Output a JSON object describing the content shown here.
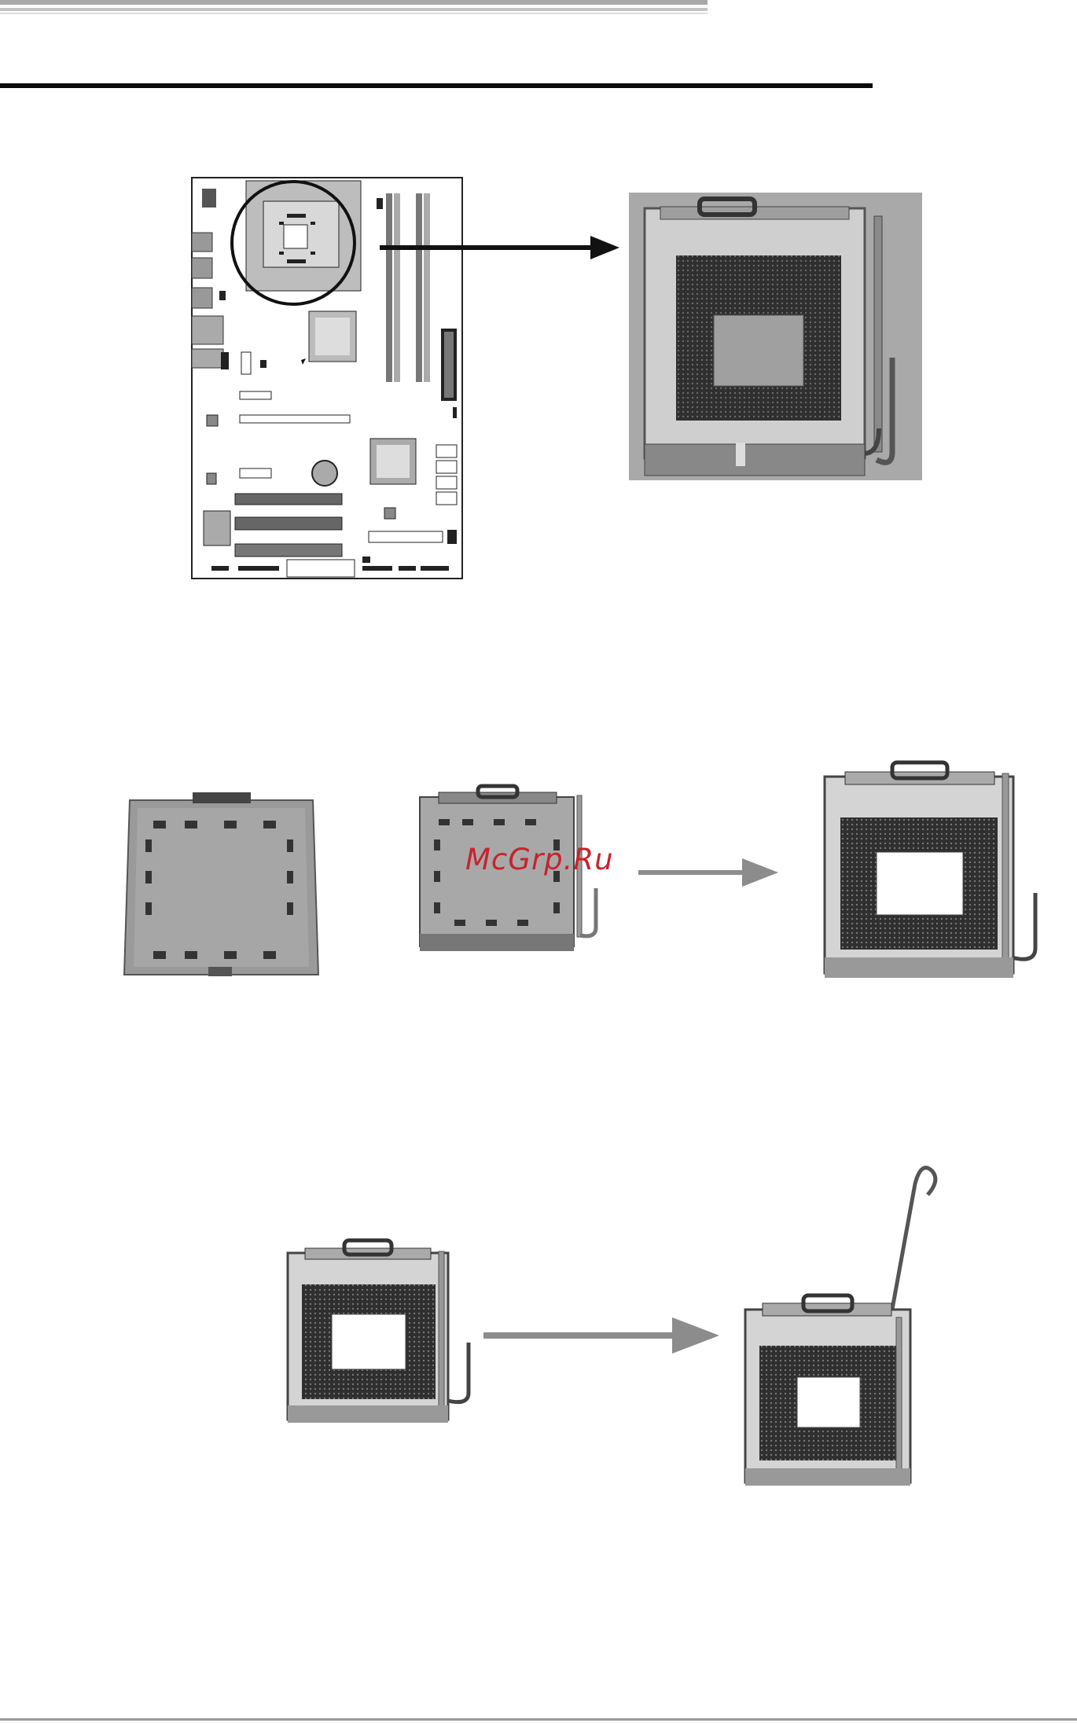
{
  "watermark": {
    "text": "McGrp.Ru",
    "color": "#c8232c"
  },
  "figures": [
    {
      "name": "motherboard-layout",
      "description_icon": "motherboard-diagram-icon"
    },
    {
      "name": "cpu-socket-closed-photo",
      "description_icon": "cpu-socket-icon"
    },
    {
      "name": "socket-with-protective-cover",
      "description_icon": "socket-cap-icon"
    },
    {
      "name": "socket-cover-removed-lever-down",
      "description_icon": "cpu-socket-icon"
    },
    {
      "name": "socket-open-lever-down",
      "description_icon": "cpu-socket-icon"
    },
    {
      "name": "socket-open-lever-down-2",
      "description_icon": "cpu-socket-icon"
    },
    {
      "name": "socket-lever-raised",
      "description_icon": "cpu-socket-icon"
    }
  ],
  "colors": {
    "arrow_dark": "#111111",
    "arrow_gray": "#8c8c8c",
    "rule": "#0a0a0a"
  }
}
